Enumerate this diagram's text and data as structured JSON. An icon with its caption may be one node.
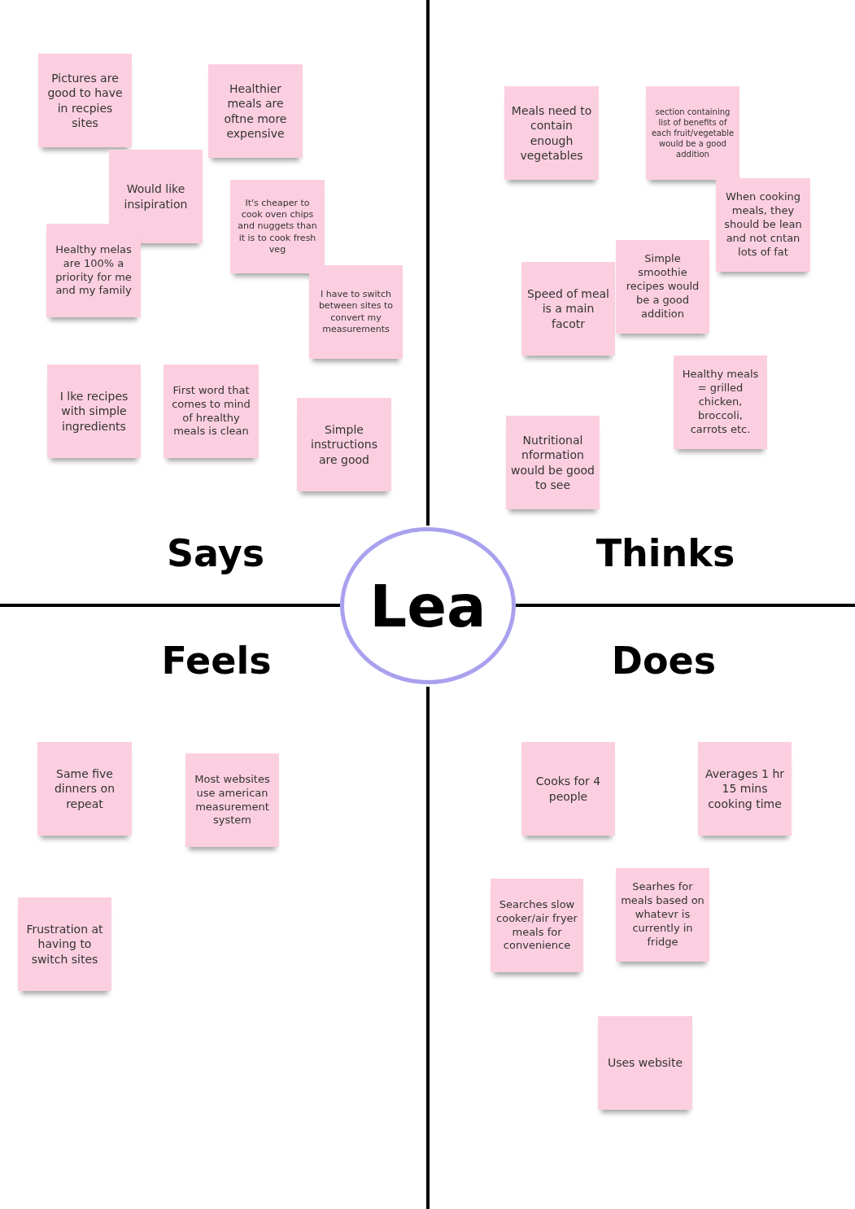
{
  "diagram": {
    "nodes": [
      {
        "text": [
          "Pictures are good to have in recpies sites"
        ]
      },
      {
        "text": [
          "Healthier meals are oftne more expensive"
        ]
      },
      {
        "text": [
          "Would like insipiration"
        ]
      },
      {
        "text": [
          "It's cheaper to cook oven chips and nuggets than it is to cook fresh veg"
        ]
      },
      {
        "text": [
          "Healthy melas are 100% a priority for me and my family"
        ]
      },
      {
        "text": [
          "I have to switch between sites to convert my measurements"
        ]
      },
      {
        "text": [
          "I lke recipes with simple ingredients"
        ]
      },
      {
        "text": [
          "First word that comes to mind of hrealthy meals is clean"
        ]
      },
      {
        "text": [
          "Simple instructions are good"
        ]
      },
      {
        "text": [
          "Meals need to contain enough vegetables"
        ]
      },
      {
        "text": [
          "section containing list of benefits of each fruit/vegetable would be a good addition"
        ]
      },
      {
        "text": [
          "When cooking meals, they should be lean and not cntan lots of fat"
        ]
      },
      {
        "text": [
          "Speed of meal is a main facotr"
        ]
      },
      {
        "text": [
          "Simple smoothie recipes would be a good addition"
        ]
      },
      {
        "text": [
          "Healthy meals = grilled chicken, broccoli, carrots etc."
        ]
      },
      {
        "text": [
          "Nutritional nformation would be good to see"
        ]
      },
      {
        "text": [
          "Lea"
        ]
      },
      {
        "text": [
          "Same five dinners on repeat"
        ]
      },
      {
        "text": [
          "Most websites use american measurement system"
        ]
      },
      {
        "text": [
          "Frustration at having to switch sites"
        ]
      },
      {
        "text": [
          "Cooks for 4 people"
        ]
      },
      {
        "text": [
          "Averages 1 hr 15 mins cooking time"
        ]
      },
      {
        "text": [
          "Searches  slow cooker/air fryer meals for convenience"
        ]
      },
      {
        "text": [
          "Searhes for meals based on whatevr is currently in fridge"
        ]
      },
      {
        "text": [
          "Uses website"
        ]
      }
    ],
    "edges": [],
    "labels": [
      "Says",
      "Thinks",
      "Feels",
      "Does"
    ]
  }
}
